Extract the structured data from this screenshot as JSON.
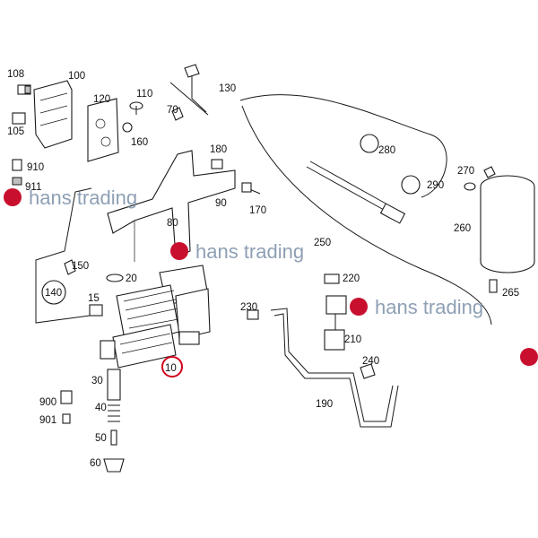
{
  "watermark": {
    "text": "hans trading",
    "color": "#7b8fa8",
    "logo_color": "#c8102e"
  },
  "highlight": {
    "label": "10",
    "color": "#d0021b"
  },
  "part_numbers": [
    "108",
    "100",
    "105",
    "120",
    "110",
    "70",
    "130",
    "150",
    "160",
    "910",
    "911",
    "180",
    "90",
    "170",
    "280",
    "290",
    "270",
    "260",
    "250",
    "80",
    "20",
    "140",
    "15",
    "220",
    "230",
    "210",
    "265",
    "240",
    "30",
    "900",
    "901",
    "40",
    "50",
    "60",
    "190"
  ]
}
